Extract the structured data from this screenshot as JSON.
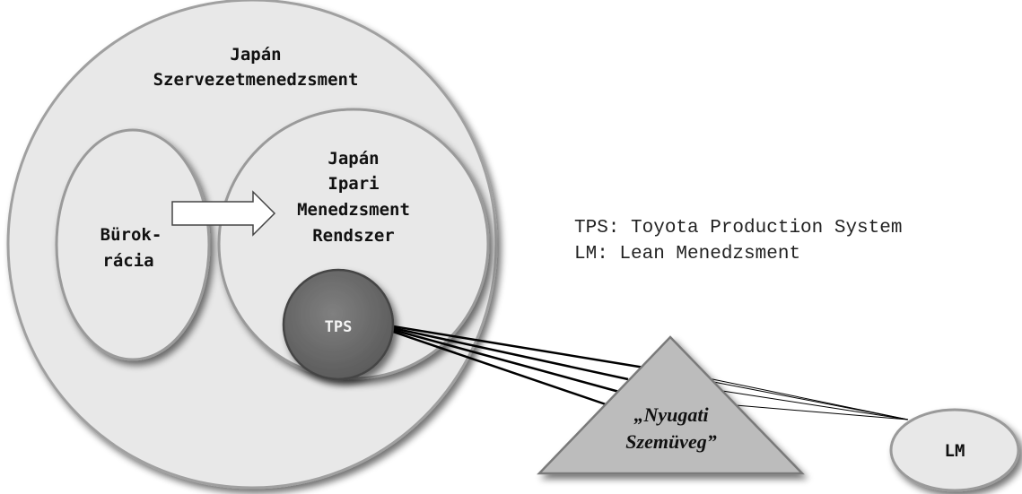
{
  "outer": {
    "line1": "Japán",
    "line2": "Szervezetmenedzsment"
  },
  "burokracia": {
    "line1": "Bürok-",
    "line2": "rácia"
  },
  "inner": {
    "line1": "Japán",
    "line2": "Ipari",
    "line3": "Menedzsment",
    "line4": "Rendszer"
  },
  "tps": {
    "label": "TPS"
  },
  "triangle": {
    "line1": "„Nyugati",
    "line2": "Szemüveg”"
  },
  "lm": {
    "label": "LM"
  },
  "legend": {
    "line1": "TPS: Toyota Production System",
    "line2": "LM: Lean Menedzsment"
  },
  "colors": {
    "circle_fill": "#e8e8e8",
    "circle_stroke": "#9a9a9a",
    "tps_fill": "#6e6e6e",
    "triangle_fill": "#bcbcbc"
  }
}
